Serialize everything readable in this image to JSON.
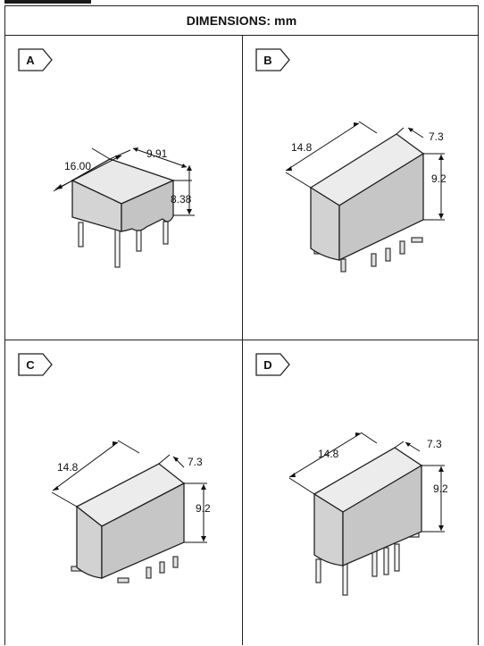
{
  "header": {
    "title": "DIMENSIONS: mm"
  },
  "panels": {
    "a": {
      "label": "A",
      "width": "16.00",
      "depth": "9.91",
      "height": "8.38"
    },
    "b": {
      "label": "B",
      "width": "14.8",
      "depth": "7.3",
      "height": "9.2"
    },
    "c": {
      "label": "C",
      "width": "14.8",
      "depth": "7.3",
      "height": "9.2"
    },
    "d": {
      "label": "D",
      "width": "14.8",
      "depth": "7.3",
      "height": "9.2"
    }
  }
}
